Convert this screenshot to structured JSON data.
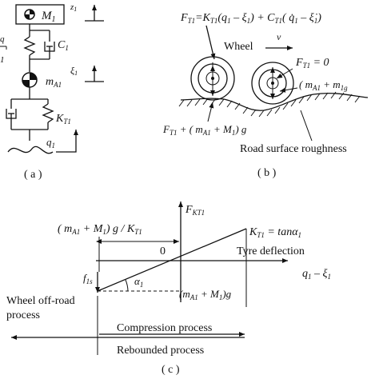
{
  "panel_a": {
    "mass_top": "M",
    "mass_top_sub": "1",
    "disp_top": "z",
    "disp_top_sub": "1",
    "damper_label": "C",
    "damper_sub": "1",
    "disp_mid": "ξ",
    "disp_mid_sub": "1",
    "mass_wheel": "m",
    "mass_wheel_sub": "A1",
    "spring_label": "K",
    "spring_sub": "T1",
    "road_input": "q",
    "road_input_sub": "1",
    "left_fragment_1": "q",
    "left_fragment_2": "1",
    "caption": "( a )"
  },
  "panel_b": {
    "equation": "F",
    "equation_sub": "T1",
    "equation_rhs": "=K",
    "equation_rhs_sub": "T1",
    "equation_rest_1": "(q",
    "equation_rest_1_sub": "1",
    "equation_rest_2": " – ξ",
    "equation_rest_2_sub": "1",
    "equation_rest_3": ") + C",
    "equation_rest_3_sub": "T1",
    "equation_rest_4": "( q̇",
    "equation_rest_4_sub": "1",
    "equation_rest_5": " – ξ̇",
    "equation_rest_5_sub": "1",
    "equation_rest_6": ")",
    "wheel_label": "Wheel",
    "velocity_label": "v",
    "zero_force": "F",
    "zero_force_sub": "T1",
    "zero_force_rhs": " = 0",
    "right_mass": "( m",
    "right_mass_sub": "A1",
    "right_mass_rest": " + m",
    "right_mass_rest_sub": "1g",
    "bottom_force": "F",
    "bottom_force_sub": "T1",
    "bottom_force_rest": " + ( m",
    "bottom_force_rest_sub": "A1",
    "bottom_force_rest2": " + M",
    "bottom_force_rest2_sub": "1",
    "bottom_force_rest3": ") g",
    "road_label": "Road surface roughness",
    "caption": "( b )"
  },
  "panel_c": {
    "y_axis": "F",
    "y_axis_sub": "KT1",
    "top_left_expr": "( m",
    "top_left_expr_sub": "A1",
    "top_left_expr_2": " + M",
    "top_left_expr_2_sub": "1",
    "top_left_expr_3": ") g / K",
    "top_left_expr_3_sub": "T1",
    "slope_expr": "K",
    "slope_expr_sub": "T1",
    "slope_expr_rest": " = tanα",
    "slope_expr_rest_sub": "1",
    "origin": "0",
    "deflection_label": "Tyre deflection",
    "x_axis": "q",
    "x_axis_sub": "1",
    "x_axis_rest": " – ξ",
    "x_axis_rest_sub": "1",
    "f1s": "f",
    "f1s_sub": "1s",
    "alpha": "α",
    "alpha_sub": "1",
    "dashed_value": "(m",
    "dashed_value_sub": "A1",
    "dashed_value_2": " + M",
    "dashed_value_2_sub": "1",
    "dashed_value_3": ")g",
    "offroad_line1": "Wheel off-road",
    "offroad_line2": "process",
    "compression": "Compression process",
    "rebounded": "Rebounded process",
    "caption": "( c )"
  }
}
